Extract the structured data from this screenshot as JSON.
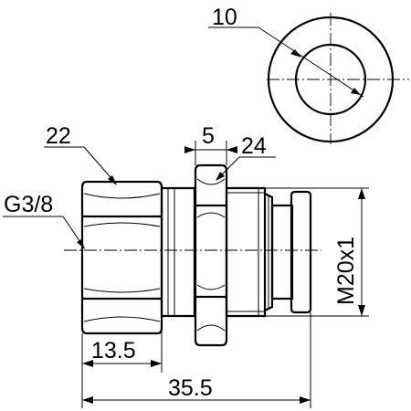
{
  "labels": {
    "washer_inner_diameter": "10",
    "fitting_hex_width": "22",
    "pipe_thread": "G3/8",
    "nut_thickness": "5",
    "nut_hex_width": "24",
    "mount_thread": "M20x1",
    "thread_length": "13.5",
    "overall_length": "35.5"
  },
  "colors": {
    "line": "#000000",
    "background": "#ffffff"
  }
}
